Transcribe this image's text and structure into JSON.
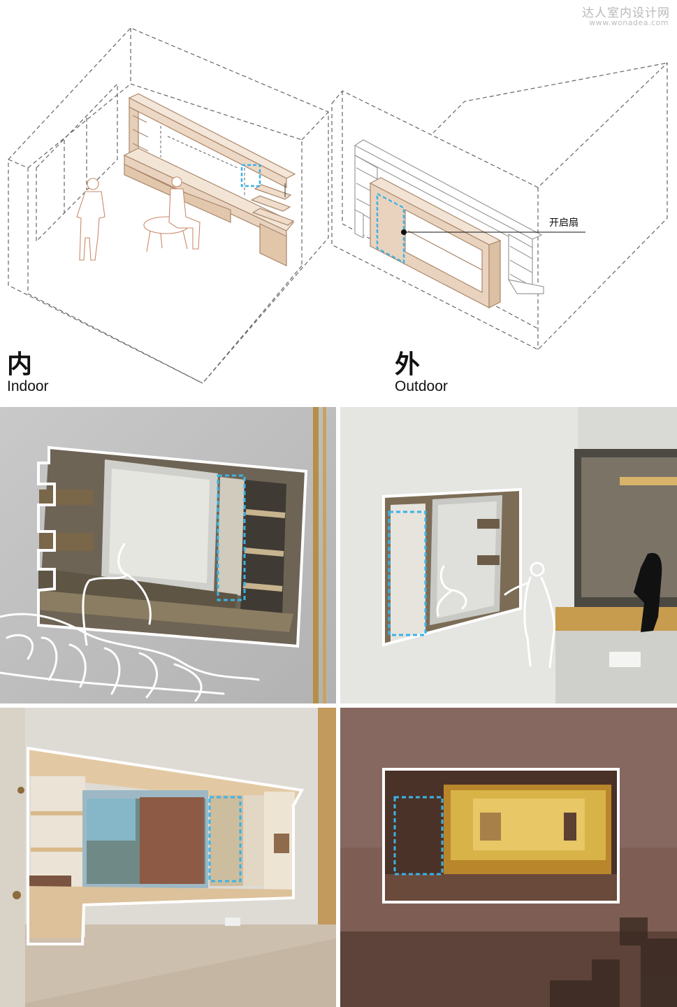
{
  "watermark": {
    "cn": "达人室内设计网",
    "url": "www.wonadea.com"
  },
  "indoor": {
    "cn": "内",
    "en": "Indoor"
  },
  "outdoor": {
    "cn": "外",
    "en": "Outdoor",
    "callout": "开启扇"
  },
  "colors": {
    "wood": "#e9d3bf",
    "wood_edge": "#b89a7e",
    "highlight_blue": "#3ab3e6",
    "dashed_line": "#555555"
  }
}
